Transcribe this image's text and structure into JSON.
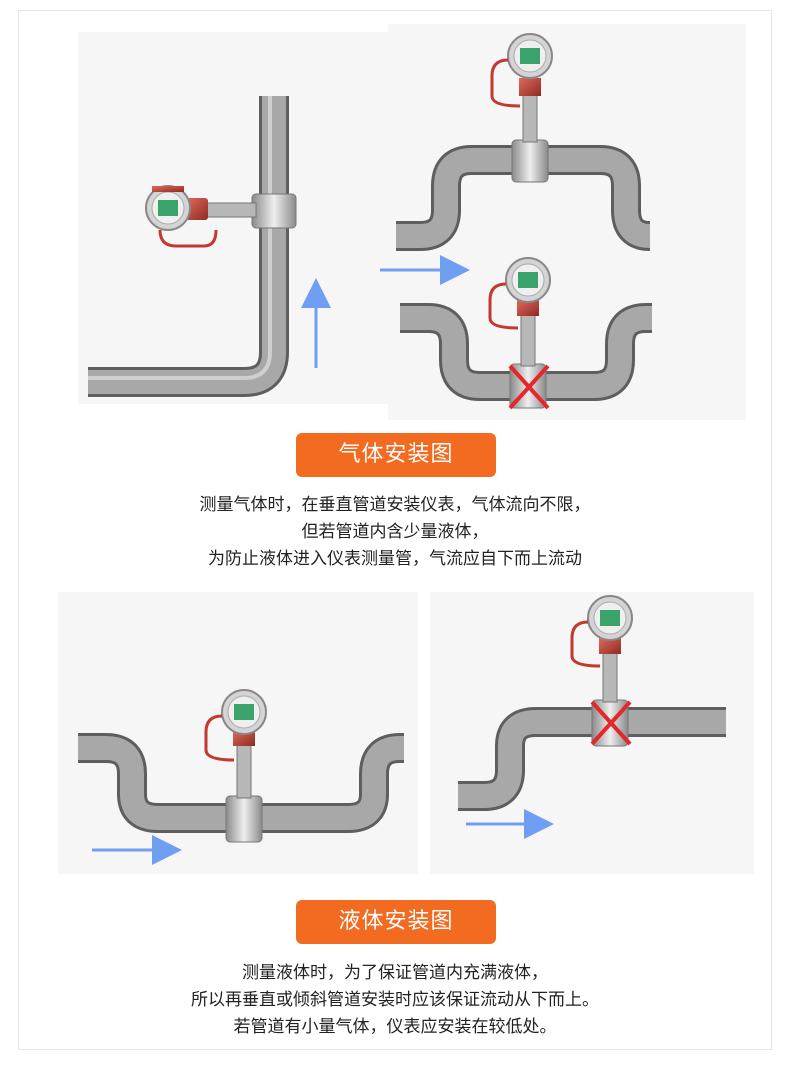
{
  "colors": {
    "accent": "#f36a21",
    "pipe": "#9a9a9a",
    "arrow": "#6f9ef2",
    "cross": "#e5262b",
    "meter_body": "#c23a2e"
  },
  "gas_section": {
    "title": "气体安装图",
    "lines": [
      "测量气体时，在垂直管道安装仪表，气体流向不限，",
      "但若管道内含少量液体，",
      "为防止液体进入仪表测量管，气流应自下而上流动"
    ]
  },
  "liquid_section": {
    "title": "液体安装图",
    "lines": [
      "测量液体时，为了保证管道内充满液体，",
      "所以再垂直或倾斜管道安装时应该保证流动从下而上。",
      "若管道有小量气体，仪表应安装在较低处。"
    ]
  }
}
